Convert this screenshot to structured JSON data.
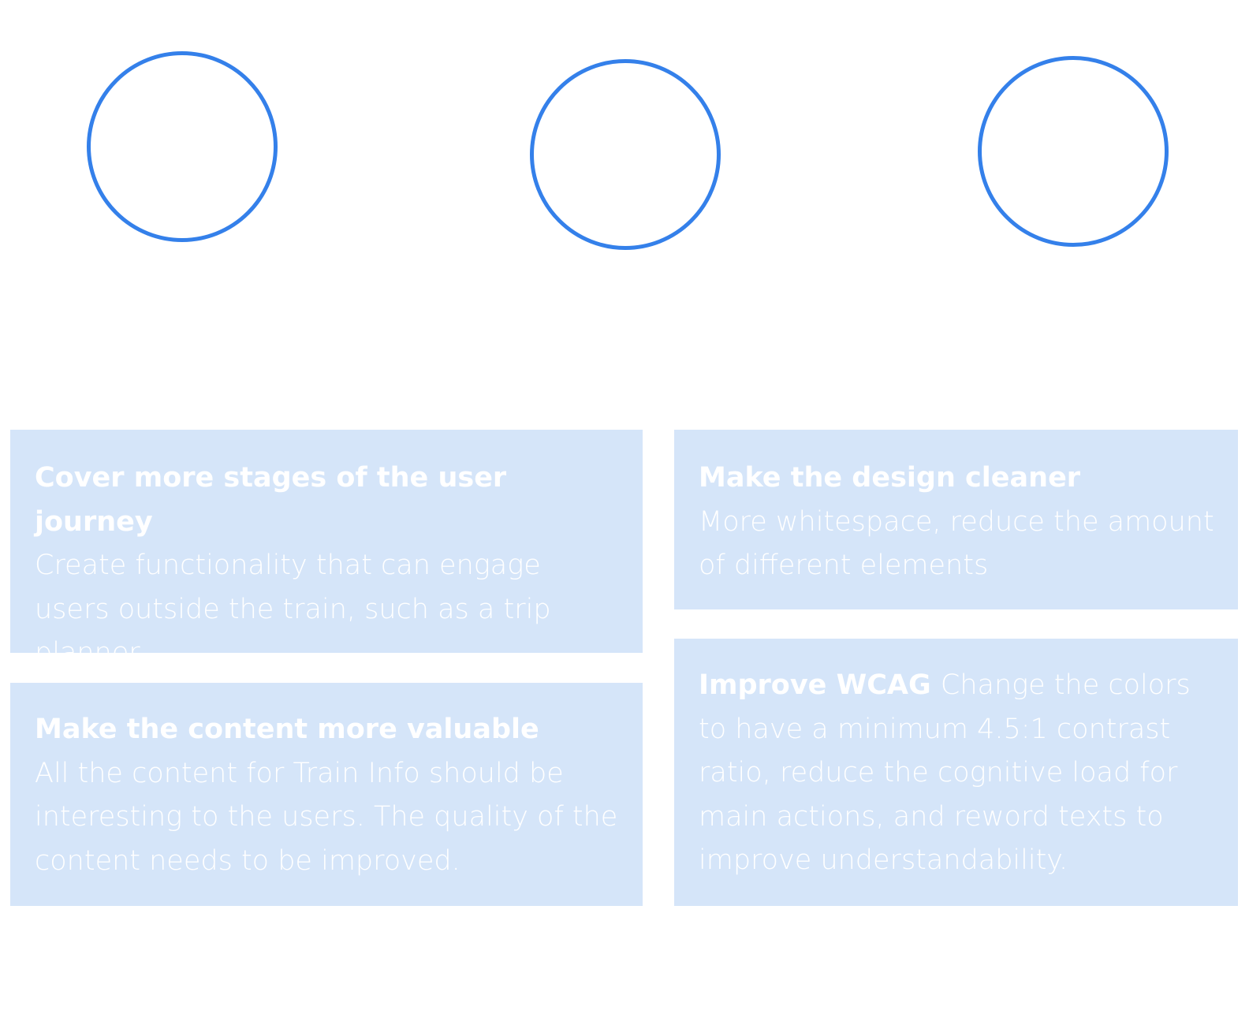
{
  "cards": {
    "journey": {
      "heading": "Cover more stages of the user journey",
      "body": "Create functionality that can engage users outside the train, such as a trip planner."
    },
    "content": {
      "heading": "Make the content more valuable",
      "body": "All the content for Train Info should be interesting to the users. The quality of the content needs to be improved."
    },
    "design": {
      "heading": "Make the design cleaner",
      "body": "More whitespace, reduce the amount of different elements"
    },
    "wcag": {
      "heading": "Improve WCAG",
      "body": "Change the colors to have a minimum 4.5:1 contrast ratio, reduce the cognitive load for main actions, and reword texts to improve understandability."
    }
  },
  "colors": {
    "circle_stroke": "#3480ea",
    "card_background": "#d5e5f9",
    "card_text": "#ffffff",
    "page_background": "#ffffff"
  }
}
